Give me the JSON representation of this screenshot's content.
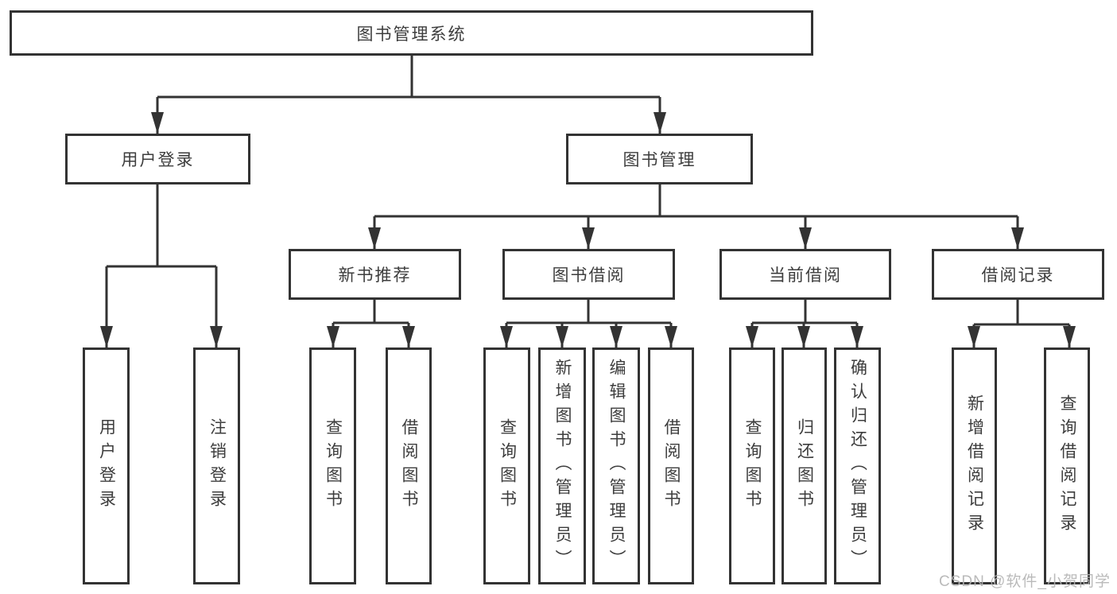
{
  "nodes": {
    "root": {
      "label": "图书管理系统"
    },
    "user_login": {
      "label": "用户登录"
    },
    "book_mgmt": {
      "label": "图书管理"
    },
    "new_book_rec": {
      "label": "新书推荐"
    },
    "book_borrow": {
      "label": "图书借阅"
    },
    "current_borrow": {
      "label": "当前借阅"
    },
    "borrow_record": {
      "label": "借阅记录"
    },
    "leaves": {
      "user_login": [
        "用户登录",
        "注销登录"
      ],
      "new_book_rec": [
        "查询图书",
        "借阅图书"
      ],
      "book_borrow": [
        "查询图书",
        "新增图书（管理员）",
        "编辑图书（管理员）",
        "借阅图书"
      ],
      "current_borrow": [
        "查询图书",
        "归还图书",
        "确认归还（管理员）"
      ],
      "borrow_record": [
        "新增借阅记录",
        "查询借阅记录"
      ]
    }
  },
  "watermark": "CSDN @软件_小贺同学",
  "colors": {
    "line": "#333333",
    "text": "#3d3d3d",
    "watermark": "#b3b3b3",
    "background": "#ffffff"
  }
}
